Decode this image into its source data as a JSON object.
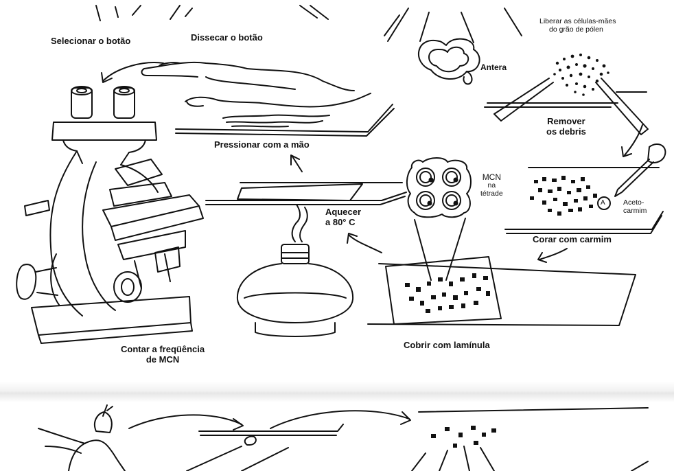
{
  "labels": {
    "selecionar": "Selecionar o botão",
    "dissecar": "Dissecar o botão",
    "antera": "Antera",
    "liberar_line1": "Liberar as células-mães",
    "liberar_line2": "do grão de pólen",
    "remover_line1": "Remover",
    "remover_line2": "os debris",
    "pressionar": "Pressionar com a mão",
    "mcn_line1": "MCN",
    "mcn_line2": "na",
    "mcn_line3": "tétrade",
    "aquecer_line1": "Aquecer",
    "aquecer_line2": "a 80° C",
    "aceto_line1": "Aceto-",
    "aceto_line2": "carmim",
    "a_circle": "A",
    "corar": "Corar com carmim",
    "contar_line1": "Contar a freqüência",
    "contar_line2": "de MCN",
    "cobrir": "Cobrir com lamínula"
  }
}
